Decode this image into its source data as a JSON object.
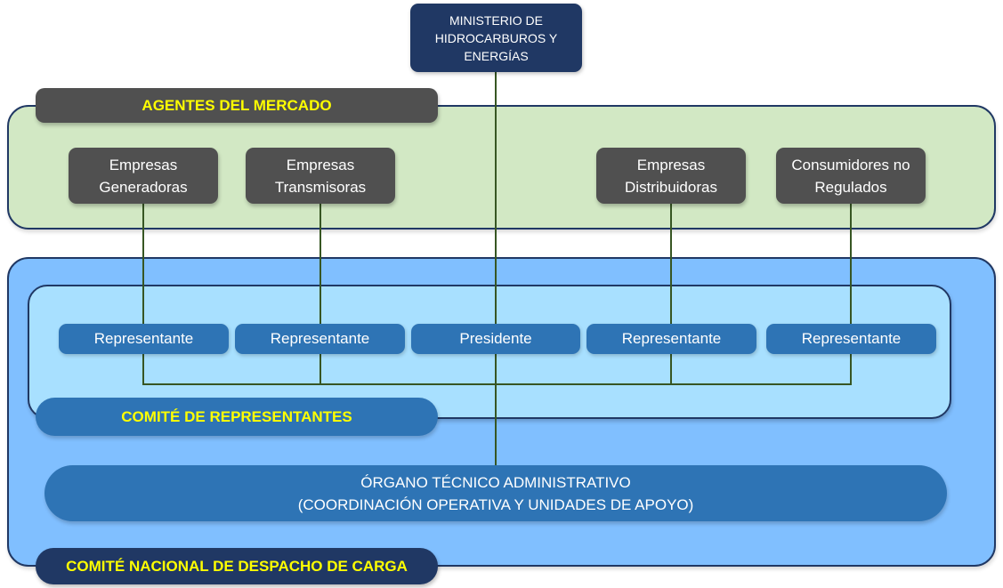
{
  "ministry": {
    "label_lines": [
      "MINISTERIO DE",
      "HIDROCARBUROS Y",
      "ENERGÍAS"
    ]
  },
  "market_agents": {
    "title": "AGENTES DEL MERCADO",
    "agents": [
      {
        "line1": "Empresas",
        "line2": "Generadoras"
      },
      {
        "line1": "Empresas",
        "line2": "Transmisoras"
      },
      {
        "line1": "Empresas",
        "line2": "Distribuidoras"
      },
      {
        "line1": "Consumidores no",
        "line2": "Regulados"
      }
    ]
  },
  "committee": {
    "title": "COMITÉ DE REPRESENTANTES",
    "members": [
      {
        "label": "Representante"
      },
      {
        "label": "Representante"
      },
      {
        "label": "Presidente"
      },
      {
        "label": "Representante"
      },
      {
        "label": "Representante"
      }
    ]
  },
  "technical_body": {
    "line1": "ÓRGANO TÉCNICO ADMINISTRATIVO",
    "line2": "(COORDINACIÓN OPERATIVA Y UNIDADES DE APOYO)"
  },
  "cndc": {
    "title": "COMITÉ NACIONAL DE DESPACHO DE CARGA"
  },
  "colors": {
    "ministry_fill": "#203864",
    "agent_fill": "#505050",
    "agents_container_fill": "#d2e8c4",
    "cndc_container_fill": "#80bfff",
    "committee_container_fill": "#a8e0ff",
    "member_fill": "#2e74b5",
    "title_text": "#ffff00",
    "connector": "#375623"
  }
}
